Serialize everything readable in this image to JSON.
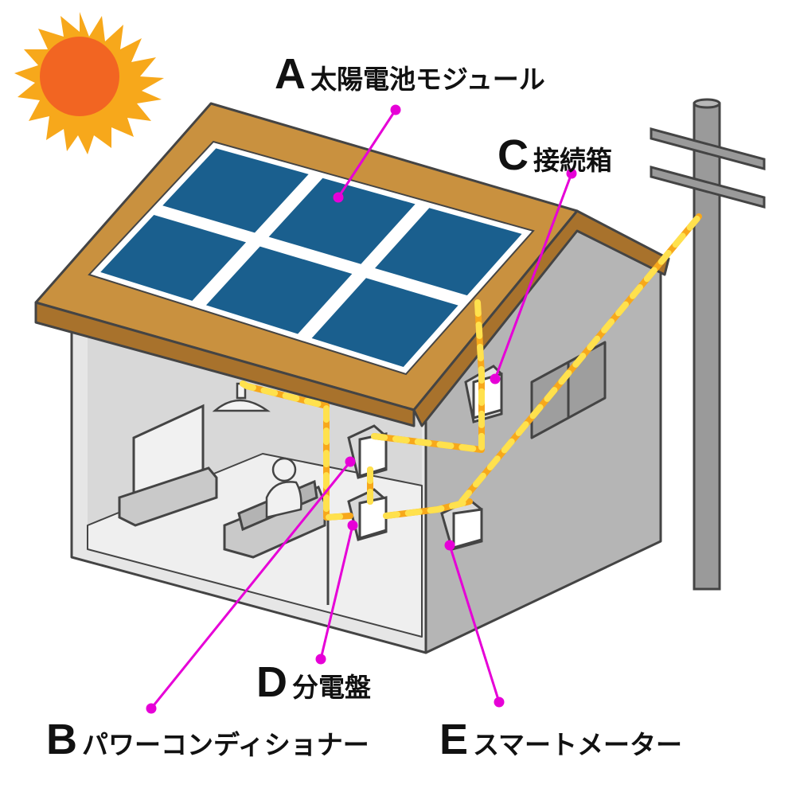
{
  "labels": {
    "A": {
      "letter": "A",
      "text": "太陽電池モジュール"
    },
    "B": {
      "letter": "B",
      "text": "パワーコンディショナー"
    },
    "C": {
      "letter": "C",
      "text": "接続箱"
    },
    "D": {
      "letter": "D",
      "text": "分電盤"
    },
    "E": {
      "letter": "E",
      "text": "スマートメーター"
    }
  },
  "colors": {
    "sun": "#f26522",
    "sun_rays": "#f7a81b",
    "roof": "#c9913f",
    "roof_edge": "#a8722c",
    "panel": "#1a5f8e",
    "panel_frame": "#ffffff",
    "wall_side": "#b5b5b5",
    "wall_inner": "#e6e6e6",
    "outline": "#444444",
    "pole": "#9a9a9a",
    "wire_dark": "#f7a81b",
    "wire_light": "#ffe14d",
    "leader": "#e600d7"
  },
  "icons": [
    "sun-icon",
    "house-illustration",
    "solar-panel-icon",
    "utility-pole-icon",
    "tv-icon",
    "sofa-icon",
    "person-icon",
    "ceiling-lamp-icon"
  ]
}
